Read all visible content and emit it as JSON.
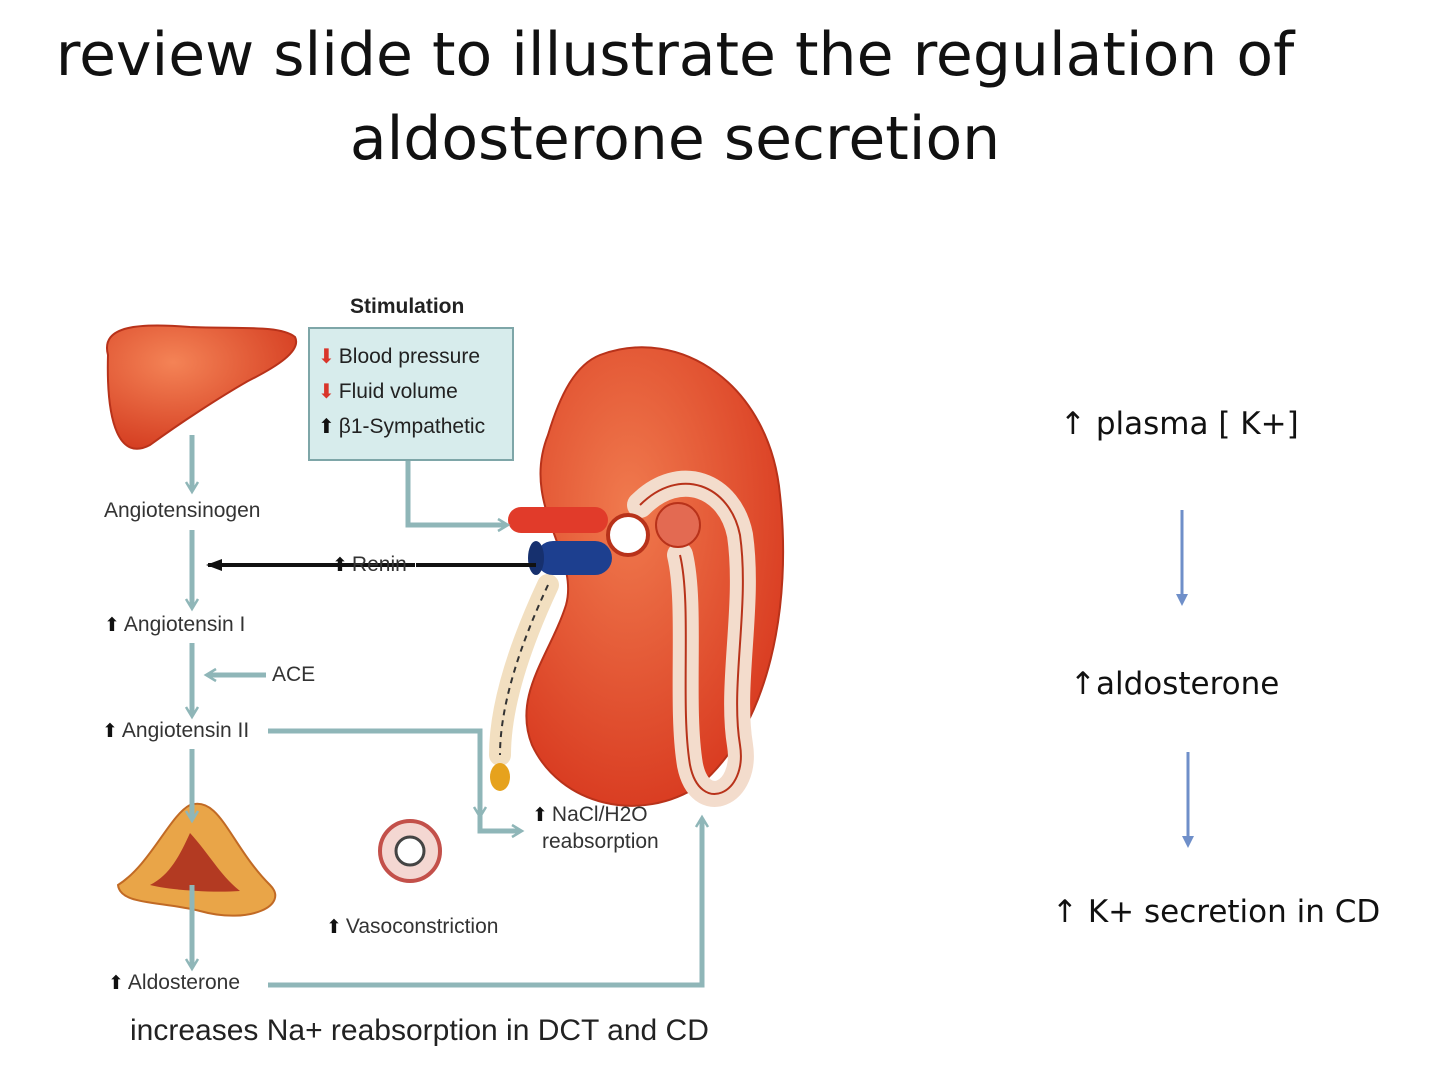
{
  "title": {
    "line1": "review slide to illustrate the regulation of",
    "line2": "aldosterone secretion"
  },
  "diagram": {
    "stimulation_title": "Stimulation",
    "stimulation_items": [
      {
        "arrow": "down",
        "text": "Blood pressure"
      },
      {
        "arrow": "down",
        "text": "Fluid volume"
      },
      {
        "arrow": "up",
        "text": "β1-Sympathetic"
      }
    ],
    "labels": {
      "angiotensinogen": "Angiotensinogen",
      "renin": "Renin",
      "angiotensin1": "Angiotensin I",
      "ace": "ACE",
      "angiotensin2": "Angiotensin II",
      "nacl": "NaCl/H2O",
      "reabsorption": "reabsorption",
      "vasoconstriction": "Vasoconstriction",
      "aldosterone": "Aldosterone"
    },
    "bottom_note": "increases Na+ reabsorption in DCT and CD"
  },
  "right_chain": {
    "step1": "↑ plasma [ K+]",
    "step2": "↑aldosterone",
    "step3": "↑ K+ secretion in CD"
  },
  "colors": {
    "organ_red": "#e2482c",
    "flow_arrow": "#8fb6b8",
    "chain_arrow": "#6f8fc9",
    "stim_box_bg": "#d7ecec"
  }
}
